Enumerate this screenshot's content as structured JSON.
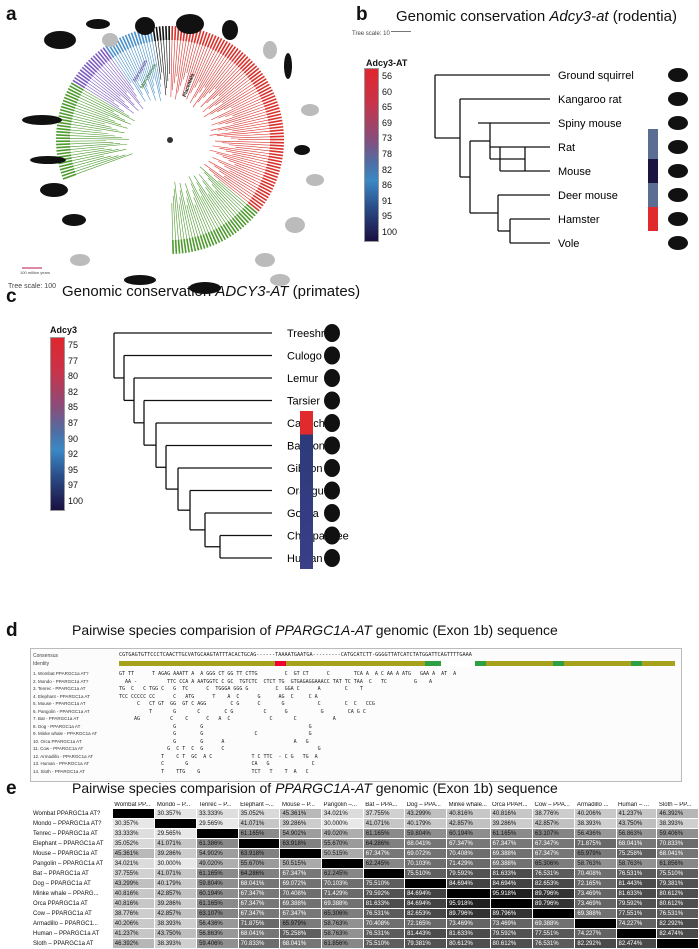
{
  "panel_a": {
    "label": "a",
    "clade_labels": [
      "Marsupials",
      "Monotremes",
      "Placentals"
    ],
    "scale_text": "100 million years",
    "tree_scale": "Tree scale: 100"
  },
  "panel_b": {
    "label": "b",
    "title_prefix": "Genomic conservation ",
    "title_gene": "Adcy3-at",
    "title_suffix": " (rodentia)",
    "tree_scale": "Tree scale: 10",
    "legend_title": "Adcy3-AT",
    "legend_ticks": [
      "56",
      "60",
      "65",
      "69",
      "73",
      "78",
      "82",
      "86",
      "91",
      "95",
      "100"
    ],
    "species": [
      "Ground squirrel",
      "Kangaroo rat",
      "Spiny mouse",
      "Rat",
      "Mouse",
      "Deer mouse",
      "Hamster",
      "Vole"
    ]
  },
  "panel_c": {
    "label": "c",
    "title_prefix": "Genomic conservation ",
    "title_gene": "ADCY3-AT",
    "title_suffix": " (primates)",
    "legend_title": "Adcy3",
    "legend_ticks": [
      "75",
      "77",
      "80",
      "82",
      "85",
      "87",
      "90",
      "92",
      "95",
      "97",
      "100"
    ],
    "species": [
      "Treeshrew",
      "Culogo",
      "Lemur",
      "Tarsier",
      "Capuchin",
      "Baboon",
      "Gibbon",
      "Orangutan",
      "Gorilla",
      "Chimpanzee",
      "Human"
    ]
  },
  "panel_d": {
    "label": "d",
    "title_prefix": "Pairwise species comparision of ",
    "title_gene": "PPARGC1A-AT",
    "title_suffix": " genomic (Exon 1b) sequence",
    "row_header_consensus": "Consensus",
    "row_header_identity": "Identity",
    "consensus_seq": "CGTGAGTGTTCCCTCAACTTGCVATGCAAGTATTTACACTGCAG------TAAAATGAATGA---------CATGCATCTT-GGGGTTATCATCTATGGATTCAGTTTTGAAA",
    "rows": [
      {
        "name": "1. Wombat PPARGC1a AT?",
        "seq": "GT TT      T AGAG AAATT A  A GGG CT GG TT CTTG         C  GT CT      C        TCA A  A C AA A ATG   GAA A  AT  A"
      },
      {
        "name": "2. Mondo - PPARGC1a AT?",
        "seq": "  AA -          TTC CCA A AATGGTC C GC  TGTCTC  CTCT TG  GTGAGAGGAAACC TAT TC TAA  C   TC         G    A"
      },
      {
        "name": "3. Tenrec - PPARGC1a AT",
        "seq": "TG  C   C TGG C   G  TC      C  TGGGA GGG G         C  GGA C      A        C    T"
      },
      {
        "name": "4. Elephant - PPARGC1a AT",
        "seq": "TCC CCCCC CC      C   ATG      T    A  C      G      AG  C     C A"
      },
      {
        "name": "5. Mouse - PPARGC1a AT",
        "seq": "      C   CT GT  GG  GT C AGG        C G      C       G           C        C  C   CCG"
      },
      {
        "name": "6. Pangolin - PPARGC1a AT",
        "seq": "          T       G       C        C G          C      G           G        CA G C"
      },
      {
        "name": "7. Bat - PPARGC1a AT",
        "seq": "     AG          C    C      C   A  C             C       C            A"
      },
      {
        "name": "8. Dog - PPARGC1a AT",
        "seq": "                  G        G                                   G"
      },
      {
        "name": "9. Minke whale - PPARGC1a AT",
        "seq": "                  G        G                 C                 G"
      },
      {
        "name": "10. Orca PPARGC1a AT",
        "seq": "                  G        G      A                       A   G"
      },
      {
        "name": "11. Cow - PPARGC1a AT",
        "seq": "                G  C T  C  G      C                               G"
      },
      {
        "name": "12. Armadillo - PPARGC1a AT",
        "seq": "              T    C T  GC  A C             T C TTC  - C G   TG  A"
      },
      {
        "name": "13. Human - PPARGC1a AT",
        "seq": "              C       G                     CA   G              C"
      },
      {
        "name": "14. Sloth - PPARGC1a AT",
        "seq": "              T    TTG    G                 TCT   T    T  A   C"
      }
    ]
  },
  "panel_e": {
    "label": "e",
    "title_prefix": "Pairwise species comparision of ",
    "title_gene": "PPARGC1A-AT",
    "title_suffix": " genomic (Exon 1b) sequence",
    "col_headers": [
      "Wombat PP...",
      "Mondo – P...",
      "Tenrec – P...",
      "Elephant –...",
      "Mouse – P...",
      "Pangolin –...",
      "Bat – PPA...",
      "Dog – PPA...",
      "Minke whale...",
      "Orca PPAR...",
      "Cow – PPA...",
      "Armadillo ...",
      "Human – ...",
      "Sloth – PP..."
    ],
    "row_headers": [
      "Wombat PPARGC1a AT?",
      "Mondo – PPARGC1a AT?",
      "Tenrec – PPARGC1a AT",
      "Elephant – PPARGC1a AT",
      "Mouse – PPARGC1a AT",
      "Pangolin – PPARGC1a AT",
      "Bat – PPARGC1a AT",
      "Dog – PPARGC1a AT",
      "Minke whale – PPARG...",
      "Orca PPARGC1a AT",
      "Cow – PPARGC1a AT",
      "Armadillo – PPARGC1...",
      "Human – PPARGC1a AT",
      "Sloth – PPARGC1a AT"
    ],
    "matrix": [
      [
        null,
        "30.357%",
        "33.333%",
        "35.052%",
        "45.361%",
        "34.021%",
        "37.755%",
        "43.299%",
        "40.816%",
        "40.816%",
        "38.776%",
        "40.206%",
        "41.237%",
        "46.392%"
      ],
      [
        "30.357%",
        null,
        "29.565%",
        "41.071%",
        "39.286%",
        "30.000%",
        "41.071%",
        "40.179%",
        "42.857%",
        "39.286%",
        "42.857%",
        "38.393%",
        "43.750%",
        "38.393%"
      ],
      [
        "33.333%",
        "29.565%",
        null,
        "61.165%",
        "54.902%",
        "49.020%",
        "61.165%",
        "59.804%",
        "60.194%",
        "61.165%",
        "63.107%",
        "56.436%",
        "56.863%",
        "59.406%"
      ],
      [
        "35.052%",
        "41.071%",
        "61.386%",
        null,
        "63.918%",
        "55.670%",
        "64.286%",
        "68.041%",
        "67.347%",
        "67.347%",
        "67.347%",
        "71.875%",
        "68.041%",
        "70.833%"
      ],
      [
        "45.361%",
        "39.286%",
        "54.902%",
        "63.918%",
        null,
        "50.515%",
        "67.347%",
        "69.072%",
        "70.408%",
        "69.388%",
        "67.347%",
        "65.979%",
        "75.258%",
        "68.041%"
      ],
      [
        "34.021%",
        "30.000%",
        "49.020%",
        "55.670%",
        "50.515%",
        null,
        "62.245%",
        "70.103%",
        "71.429%",
        "69.388%",
        "65.306%",
        "58.763%",
        "58.763%",
        "61.856%"
      ],
      [
        "37.755%",
        "41.071%",
        "61.165%",
        "64.286%",
        "67.347%",
        "62.245%",
        null,
        "75.510%",
        "79.592%",
        "81.633%",
        "76.531%",
        "70.408%",
        "76.531%",
        "75.510%"
      ],
      [
        "43.299%",
        "40.179%",
        "59.804%",
        "68.041%",
        "69.072%",
        "70.103%",
        "75.510%",
        null,
        "84.694%",
        "84.694%",
        "82.653%",
        "72.165%",
        "81.443%",
        "79.381%"
      ],
      [
        "40.816%",
        "42.857%",
        "60.194%",
        "67.347%",
        "70.408%",
        "71.429%",
        "79.592%",
        "84.694%",
        null,
        "95.918%",
        "89.796%",
        "73.469%",
        "81.633%",
        "80.612%"
      ],
      [
        "40.816%",
        "39.286%",
        "61.165%",
        "67.347%",
        "69.388%",
        "69.388%",
        "81.633%",
        "84.694%",
        "95.918%",
        null,
        "89.796%",
        "73.469%",
        "79.592%",
        "80.612%"
      ],
      [
        "38.776%",
        "42.857%",
        "63.107%",
        "67.347%",
        "67.347%",
        "65.306%",
        "76.531%",
        "82.653%",
        "89.796%",
        "89.796%",
        null,
        "69.388%",
        "77.551%",
        "76.531%"
      ],
      [
        "40.206%",
        "38.393%",
        "56.436%",
        "71.875%",
        "65.979%",
        "58.763%",
        "70.408%",
        "72.165%",
        "73.469%",
        "73.469%",
        "69.388%",
        null,
        "74.227%",
        "82.292%"
      ],
      [
        "41.237%",
        "43.750%",
        "56.863%",
        "68.041%",
        "75.258%",
        "58.763%",
        "76.531%",
        "81.443%",
        "81.633%",
        "79.592%",
        "77.551%",
        "74.227%",
        null,
        "82.474%"
      ],
      [
        "46.392%",
        "38.393%",
        "59.406%",
        "70.833%",
        "68.041%",
        "61.856%",
        "75.510%",
        "79.381%",
        "80.612%",
        "80.612%",
        "76.531%",
        "82.292%",
        "82.474%",
        null
      ]
    ]
  },
  "colors": {
    "clade_red": "#d9312b",
    "clade_green": "#4e9a2e",
    "clade_purple": "#7b5bbf",
    "clade_blue": "#4a90c8",
    "gradient_top": "#e0262e",
    "gradient_bottom": "#1a1040"
  }
}
